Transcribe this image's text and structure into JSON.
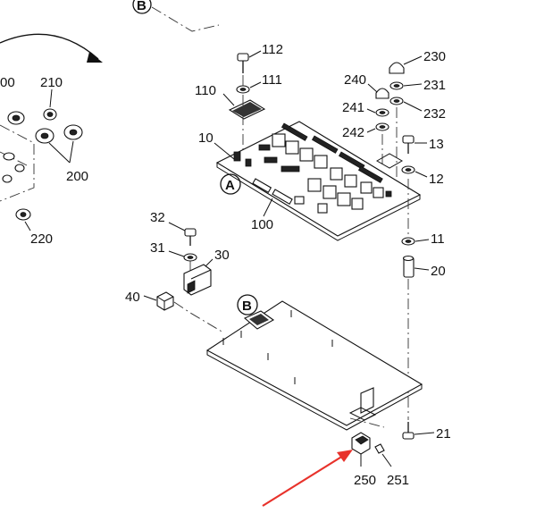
{
  "diagram": {
    "part_labels": [
      "112",
      "111",
      "110",
      "10",
      "100",
      "230",
      "240",
      "231",
      "241",
      "232",
      "242",
      "13",
      "12",
      "11",
      "20",
      "32",
      "31",
      "30",
      "40",
      "21",
      "250",
      "251",
      "210",
      "200",
      "220",
      "00"
    ],
    "callouts": [
      "A",
      "B",
      "B"
    ],
    "colors": {
      "ink": "#111111",
      "arrow_red": "#e8322b",
      "background": "#ffffff"
    }
  }
}
